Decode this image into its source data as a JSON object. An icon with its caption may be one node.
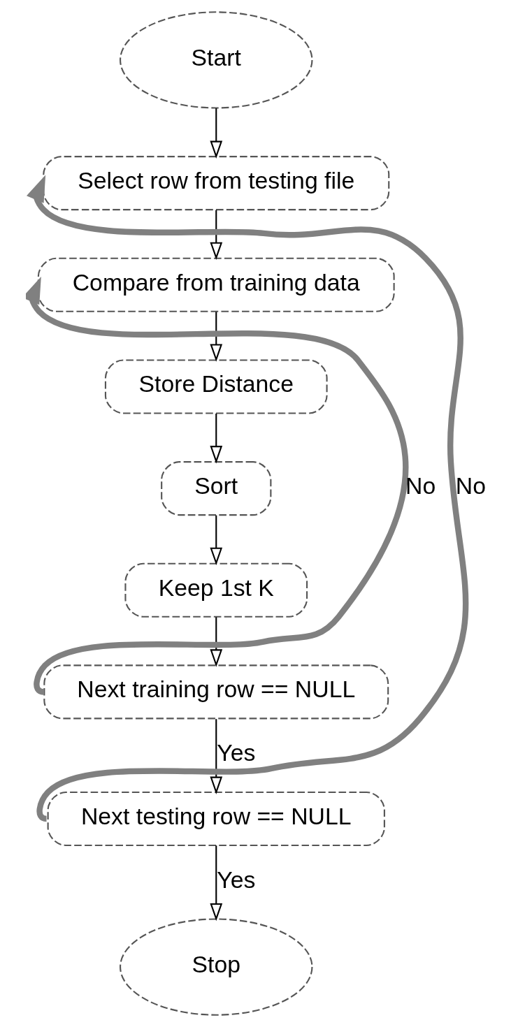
{
  "diagram": {
    "nodes": [
      {
        "text": [
          "Start"
        ]
      },
      {
        "text": [
          "Select row from testing file"
        ]
      },
      {
        "text": [
          "Compare from training data"
        ]
      },
      {
        "text": [
          "Store Distance"
        ]
      },
      {
        "text": [
          "Sort"
        ]
      },
      {
        "text": [
          "Keep 1st K"
        ]
      },
      {
        "text": [
          "Next training row == NULL"
        ]
      },
      {
        "text": [
          "Next testing row == NULL"
        ]
      },
      {
        "text": [
          "Stop"
        ]
      }
    ],
    "edges": [
      {
        "from": 0,
        "to": 1,
        "arrow": "to"
      },
      {
        "from": 1,
        "to": 2,
        "arrow": "to"
      },
      {
        "from": 2,
        "to": 3,
        "arrow": "to"
      },
      {
        "from": 3,
        "to": 4,
        "arrow": "to"
      },
      {
        "from": 4,
        "to": 5,
        "arrow": "to"
      },
      {
        "from": 5,
        "to": 6,
        "arrow": "to"
      },
      {
        "from": 6,
        "to": 7,
        "arrow": "to",
        "label": "Yes"
      },
      {
        "from": 7,
        "to": 8,
        "arrow": "to",
        "label": "Yes"
      },
      {
        "from": 6,
        "to": 2,
        "arrow": "to",
        "label": "No",
        "style": "thick",
        "color": "#808080"
      },
      {
        "from": 7,
        "to": 1,
        "arrow": "to",
        "label": "No",
        "style": "thick",
        "color": "#808080"
      }
    ]
  }
}
